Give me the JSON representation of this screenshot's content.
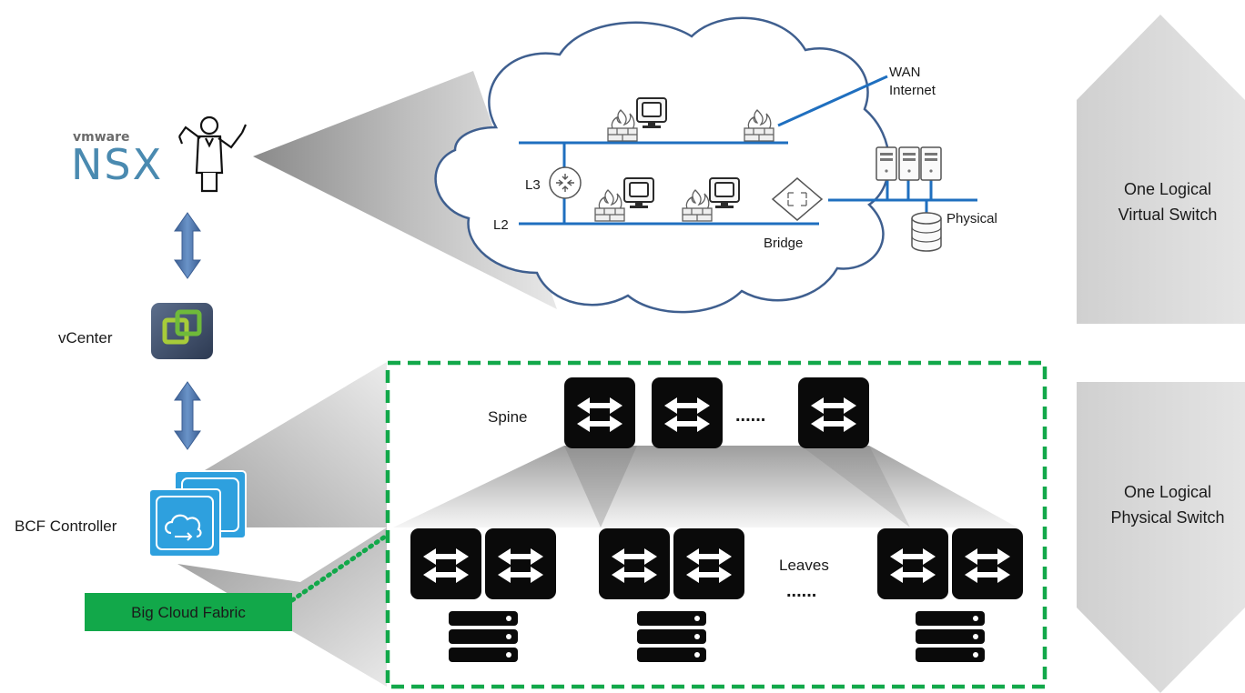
{
  "nsx": {
    "vendor": "vmware",
    "product": "NSX",
    "icon": "conductor-icon"
  },
  "vcenter": {
    "label": "vCenter",
    "icon": "vcenter-icon"
  },
  "bcf": {
    "label": "BCF Controller",
    "icon": "bcf-controller-icon",
    "fabric_label": "Big Cloud Fabric"
  },
  "cloud": {
    "wan_label": "WAN",
    "internet_label": "Internet",
    "l3_label": "L3",
    "l2_label": "L2",
    "bridge_label": "Bridge",
    "physical_label": "Physical"
  },
  "fabric": {
    "spine_label": "Spine",
    "spine_dots": "......",
    "leaves_label": "Leaves",
    "leaves_dots": "......"
  },
  "right": {
    "upper_line1": "One Logical",
    "upper_line2": "Virtual Switch",
    "lower_line1": "One Logical",
    "lower_line2": "Physical Switch"
  },
  "colors": {
    "blue_line": "#1f6fbf",
    "cloud_stroke": "#3f5f8f",
    "green": "#12a84a",
    "arrow": "#4a72a8"
  }
}
